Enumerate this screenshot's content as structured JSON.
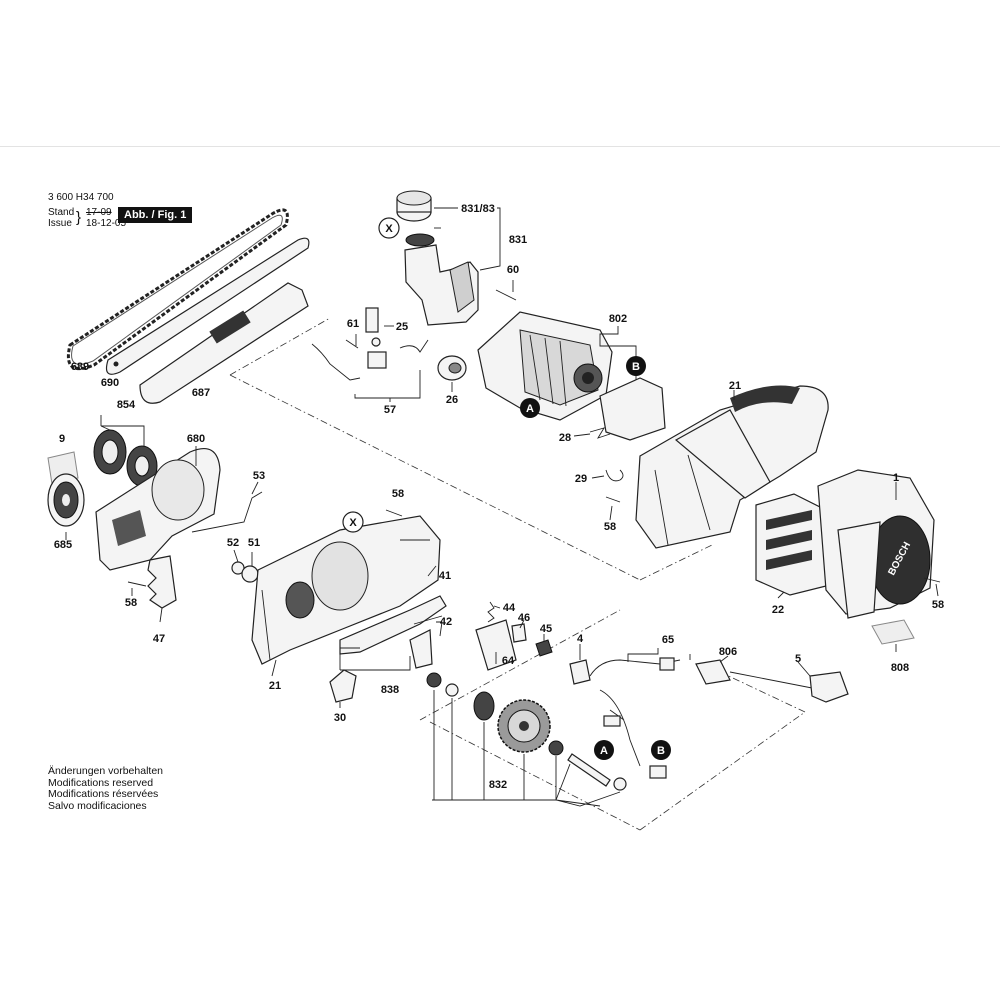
{
  "header": {
    "doc_number": "3 600 H34 700",
    "stand_label": "Stand",
    "issue_label": "Issue",
    "stand_date": "17-09",
    "issue_date": "18-12-05",
    "figure_label": "Abb. / Fig. 1"
  },
  "notes": [
    "Änderungen vorbehalten",
    "Modifications reserved",
    "Modifications réservées",
    "Salvo modificaciones"
  ],
  "callouts": {
    "p831_83": "831/83",
    "p831": "831",
    "p60": "60",
    "p61": "61",
    "p25": "25",
    "p802": "802",
    "p689": "689",
    "p690": "690",
    "p687": "687",
    "p57": "57",
    "p26": "26",
    "p21_top": "21",
    "p28": "28",
    "p854": "854",
    "p9": "9",
    "p680": "680",
    "p53": "53",
    "p29": "29",
    "p58_right": "58",
    "p1": "1",
    "p58_mid": "58",
    "p685": "685",
    "p52": "52",
    "p51": "51",
    "p41": "41",
    "p58_left": "58",
    "p47": "47",
    "p22": "22",
    "p58_far": "58",
    "p44": "44",
    "p46": "46",
    "p45": "45",
    "p42": "42",
    "p4": "4",
    "p65": "65",
    "p806": "806",
    "p5": "5",
    "p808": "808",
    "p21_bottom": "21",
    "p838": "838",
    "p64": "64",
    "p30": "30",
    "p832": "832",
    "marker_x1": "X",
    "marker_x2": "X",
    "marker_a1": "A",
    "marker_b1": "B",
    "marker_a2": "A",
    "marker_b2": "B",
    "brand": "BOSCH"
  }
}
